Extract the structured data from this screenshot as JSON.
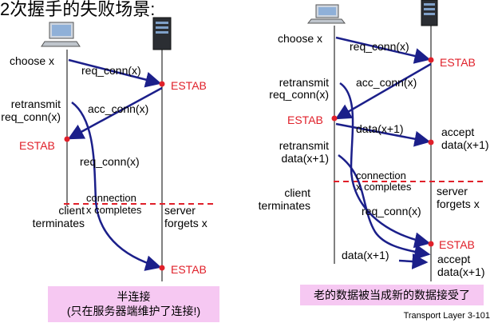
{
  "title": "2次握手的失败场景:",
  "colors": {
    "arrow": "#1b1f8a",
    "red": "#e0202a",
    "note_bg": "#f6c8f2",
    "dashed": "#e0202a"
  },
  "left": {
    "choose_x": "choose x",
    "req_conn_1": "req_conn(x)",
    "estab_server_1": "ESTAB",
    "retransmit": "retransmit",
    "req_conn_label": "req_conn(x)",
    "acc_conn": "acc_conn(x)",
    "estab_client": "ESTAB",
    "req_conn_2": "req_conn(x)",
    "client_terminates_1": "client",
    "client_terminates_2": "terminates",
    "connection_1": "connection",
    "connection_2": "x completes",
    "server_forgets_1": "server",
    "server_forgets_2": "forgets x",
    "estab_server_2": "ESTAB",
    "note_line1": "半连接",
    "note_line2": "(只在服务器端维护了连接!)"
  },
  "right": {
    "choose_x": "choose x",
    "req_conn_1": "req_conn(x)",
    "estab_server_1": "ESTAB",
    "retransmit_1": "retransmit",
    "retransmit_1b": "req_conn(x)",
    "acc_conn": "acc_conn(x)",
    "estab_client": "ESTAB",
    "data_1": "data(x+1)",
    "accept_1": "accept",
    "accept_1b": "data(x+1)",
    "retransmit_2": "retransmit",
    "retransmit_2b": "data(x+1)",
    "connection_1": "connection",
    "connection_2": "x completes",
    "client_terminates_1": "client",
    "client_terminates_2": "terminates",
    "server_forgets_1": "server",
    "server_forgets_2": "forgets x",
    "req_conn_2": "req_conn(x)",
    "estab_server_2": "ESTAB",
    "data_2": "data(x+1)",
    "accept_2": "accept",
    "accept_2b": "data(x+1)",
    "note": "老的数据被当成新的数据接受了"
  },
  "footer": "Transport Layer  3-101"
}
